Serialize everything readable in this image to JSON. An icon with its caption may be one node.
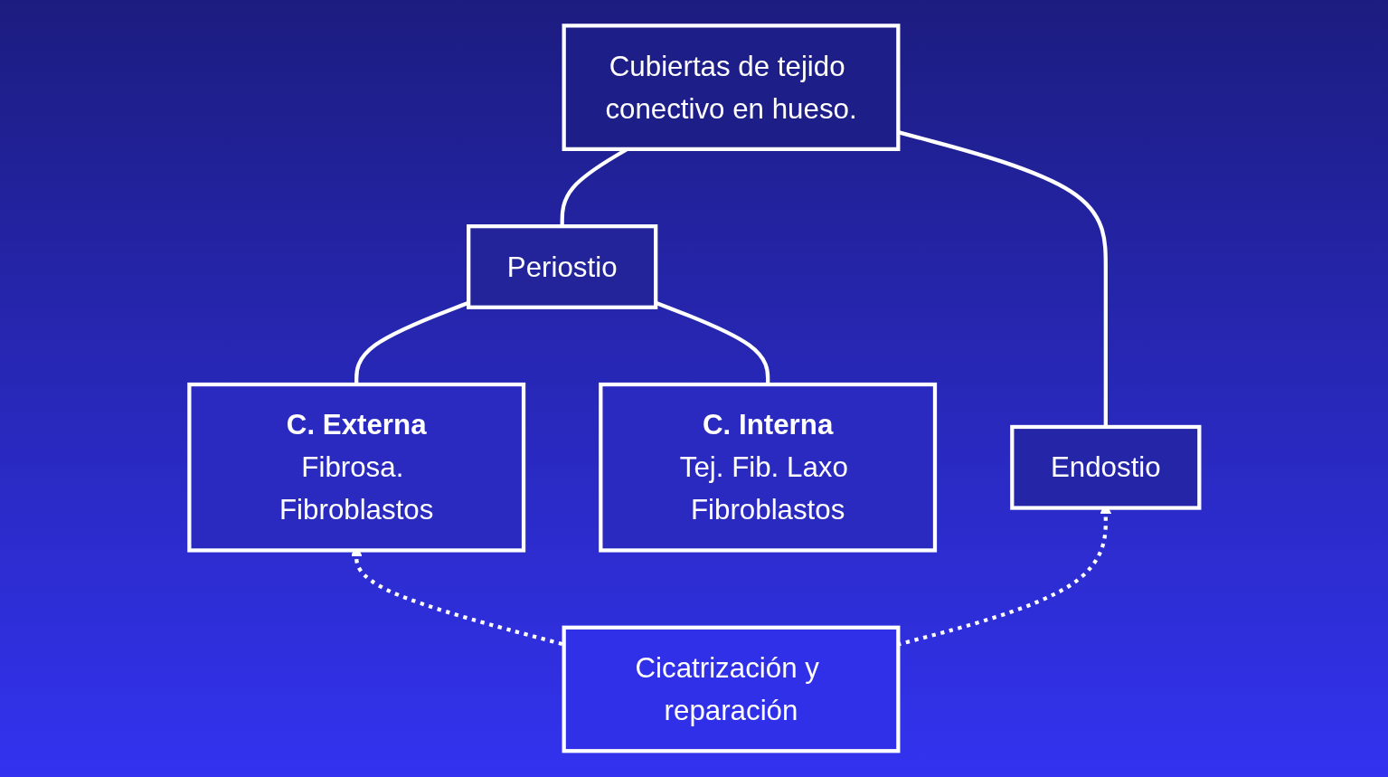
{
  "diagram": {
    "nodes": [
      {
        "text": [
          "Cubiertas de tejido conectivo en hueso."
        ]
      },
      {
        "text": [
          "Periostio"
        ]
      },
      {
        "text": [
          "Endostio"
        ]
      },
      {
        "text": [
          "C. Externa",
          "Fibrosa. Fibroblastos"
        ]
      },
      {
        "text": [
          "C. Interna",
          "Tej. Fib. Laxo Fibroblastos"
        ]
      },
      {
        "text": [
          "Cicatrización y reparación"
        ]
      }
    ],
    "edges": [
      {
        "from": 0,
        "to": 1,
        "arrow": "none"
      },
      {
        "from": 0,
        "to": 2,
        "arrow": "none"
      },
      {
        "from": 1,
        "to": 3,
        "arrow": "none"
      },
      {
        "from": 1,
        "to": 4,
        "arrow": "none"
      },
      {
        "from": 5,
        "to": 3,
        "arrow": "to",
        "style": "dashed"
      },
      {
        "from": 5,
        "to": 2,
        "arrow": "to",
        "style": "dashed"
      }
    ]
  }
}
